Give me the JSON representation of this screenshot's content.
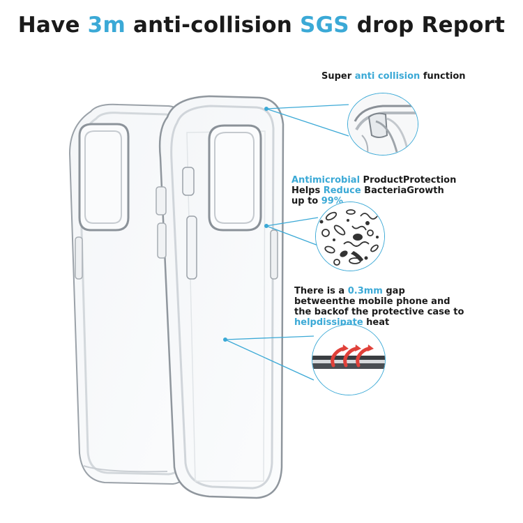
{
  "header": {
    "part1": "Have ",
    "part2": "3m",
    "part3": " anti-collision ",
    "part4": "SGS",
    "part5": " drop Report"
  },
  "features": {
    "collision": {
      "prefix": "Super ",
      "accent": "anti collision",
      "suffix": " function"
    },
    "antimicrobial": {
      "line1_accent": "Antimicrobial",
      "line1_rest": " ProductProtection",
      "line2_prefix": "Helps ",
      "line2_accent": "Reduce",
      "line2_rest": " BacteriaGrowth",
      "line3_prefix": "up to ",
      "line3_accent": "99%"
    },
    "gap": {
      "line1_prefix": "There is a ",
      "line1_accent": "0.3mm",
      "line1_rest": " gap",
      "line2": "betweenthe mobile phone and",
      "line3": "the backof the protective case to",
      "line4_accent": "helpdissipate",
      "line4_rest": " heat"
    }
  },
  "colors": {
    "accent": "#3ba9d6",
    "text": "#1a1a1a",
    "heat_arrow": "#e0413a"
  },
  "icons": [
    "bacteria-pattern-icon",
    "heat-arrow-icon",
    "case-corner-icon"
  ]
}
